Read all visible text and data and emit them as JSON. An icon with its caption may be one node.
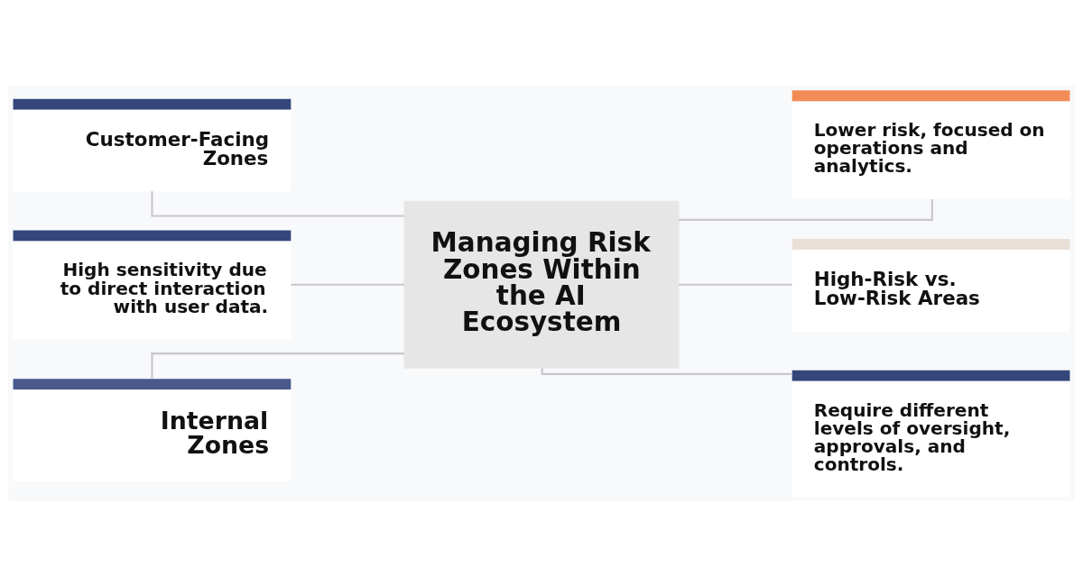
{
  "diagram": {
    "nodes": [
      {
        "text": [
          "Customer-Facing Zones"
        ]
      },
      {
        "text": [
          "Lower risk, focused on operations and analytics."
        ]
      },
      {
        "text": [
          "High sensitivity due to direct interaction with user data."
        ]
      },
      {
        "text": [
          "Managing Risk Zones Within the AI Ecosystem"
        ]
      },
      {
        "text": [
          "High-Risk vs. Low-Risk Areas"
        ]
      },
      {
        "text": [
          "Internal Zones"
        ]
      },
      {
        "text": [
          "Require different levels of oversight, approvals, and controls."
        ]
      }
    ],
    "edges": [
      {
        "from": 0,
        "to": 3,
        "arrow": "none"
      },
      {
        "from": 3,
        "to": 1,
        "arrow": "none"
      },
      {
        "from": 2,
        "to": 3,
        "arrow": "none"
      },
      {
        "from": 3,
        "to": 4,
        "arrow": "none"
      },
      {
        "from": 5,
        "to": 3,
        "arrow": "none"
      },
      {
        "from": 3,
        "to": 6,
        "arrow": "none"
      }
    ]
  }
}
